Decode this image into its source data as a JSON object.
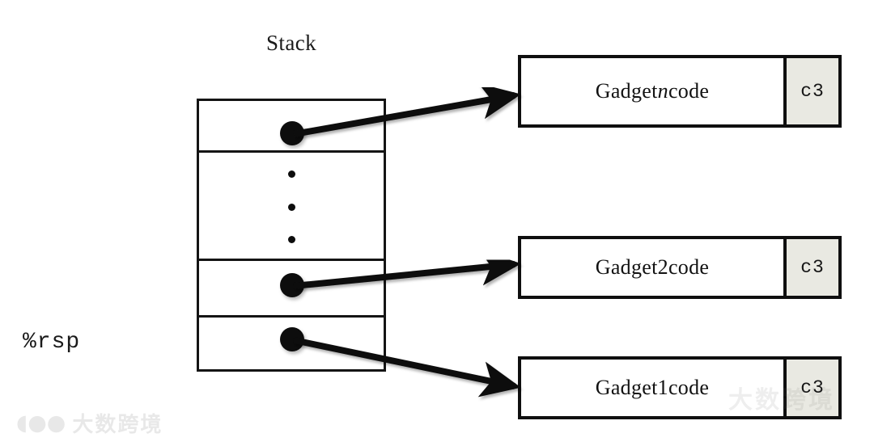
{
  "figure": {
    "stack": {
      "title": "Stack",
      "cells": [
        {
          "name": "gadget-n-pointer",
          "kind": "pointer-dot"
        },
        {
          "name": "ellipsis-cell",
          "kind": "vertical-ellipsis"
        },
        {
          "name": "gadget-2-pointer",
          "kind": "pointer-dot"
        },
        {
          "name": "gadget-1-pointer",
          "kind": "pointer-dot"
        }
      ]
    },
    "stack_pointer": {
      "label": "%rsp",
      "icon": "arrow-right-icon"
    },
    "gadgets": [
      {
        "code_label_prefix": "Gadget ",
        "code_label_var": "n",
        "code_label_suffix": " code",
        "ret_byte": "c3"
      },
      {
        "code_label_prefix": "Gadget ",
        "code_label_var": "2",
        "code_label_suffix": " code",
        "ret_byte": "c3"
      },
      {
        "code_label_prefix": "Gadget ",
        "code_label_var": "1",
        "code_label_suffix": " code",
        "ret_byte": "c3"
      }
    ],
    "connectors": [
      {
        "name": "pointer-to-gadget-n",
        "icon": "arrow-right-icon"
      },
      {
        "name": "pointer-to-gadget-2",
        "icon": "arrow-right-icon"
      },
      {
        "name": "pointer-to-gadget-1",
        "icon": "arrow-right-icon"
      }
    ],
    "watermarks": {
      "bottom_left_text": "大数跨境",
      "bottom_left_logo": "logo-mark",
      "bottom_right_text": "大数跨境"
    },
    "colors": {
      "stroke": "#141414",
      "ret_byte_bg": "#e9e9e2",
      "background": "#ffffff"
    }
  }
}
